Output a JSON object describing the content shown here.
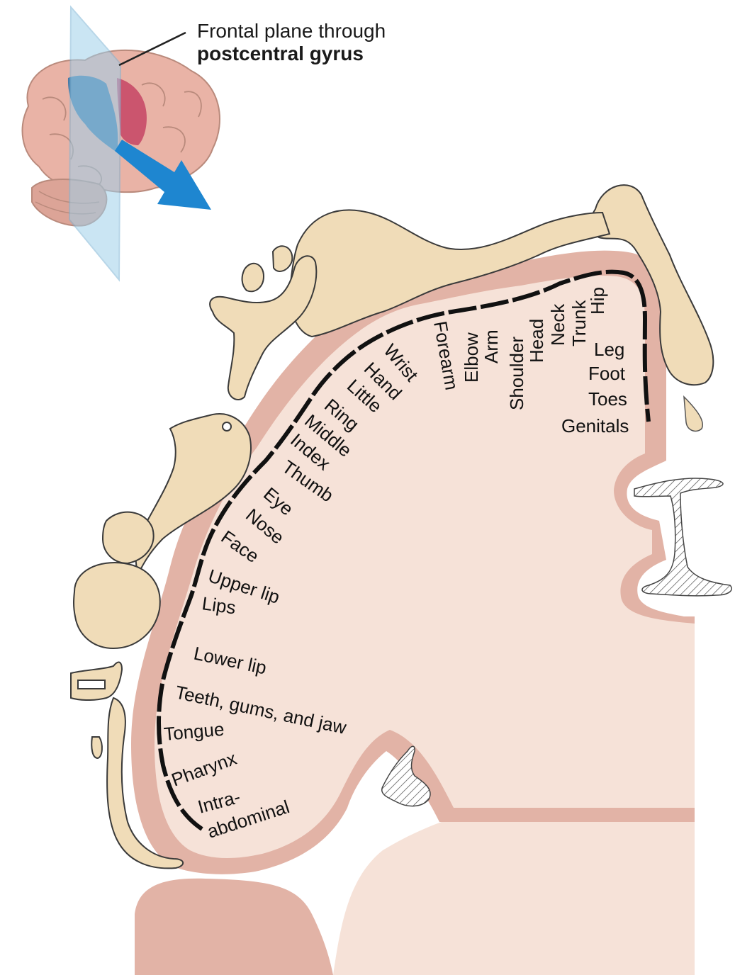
{
  "caption": {
    "line1": "Frontal plane through",
    "line2": "postcentral gyrus"
  },
  "colors": {
    "cortex_gray": "#e2b3a6",
    "white_matter": "#f6e2d8",
    "body_skin": "#f0dcb8",
    "plane_blue": "#9fd0ea",
    "arrow_blue": "#1e86d0",
    "brain_pink": "#e9b3a6",
    "gyrus_red": "#c9506a",
    "gyrus_blue": "#3f78a6"
  },
  "regions": [
    "Hip",
    "Trunk",
    "Neck",
    "Head",
    "Shoulder",
    "Arm",
    "Elbow",
    "Forearm",
    "Wrist",
    "Hand",
    "Little",
    "Ring",
    "Middle",
    "Index",
    "Thumb",
    "Eye",
    "Nose",
    "Face",
    "Upper lip",
    "Lips",
    "Lower lip",
    "Teeth, gums, and jaw",
    "Tongue",
    "Pharynx",
    "Intra-",
    "abdominal",
    "Leg",
    "Foot",
    "Toes",
    "Genitals"
  ],
  "icons": [
    "brain-icon",
    "frontal-plane-icon",
    "direction-arrow-icon",
    "homunculus-figure"
  ]
}
